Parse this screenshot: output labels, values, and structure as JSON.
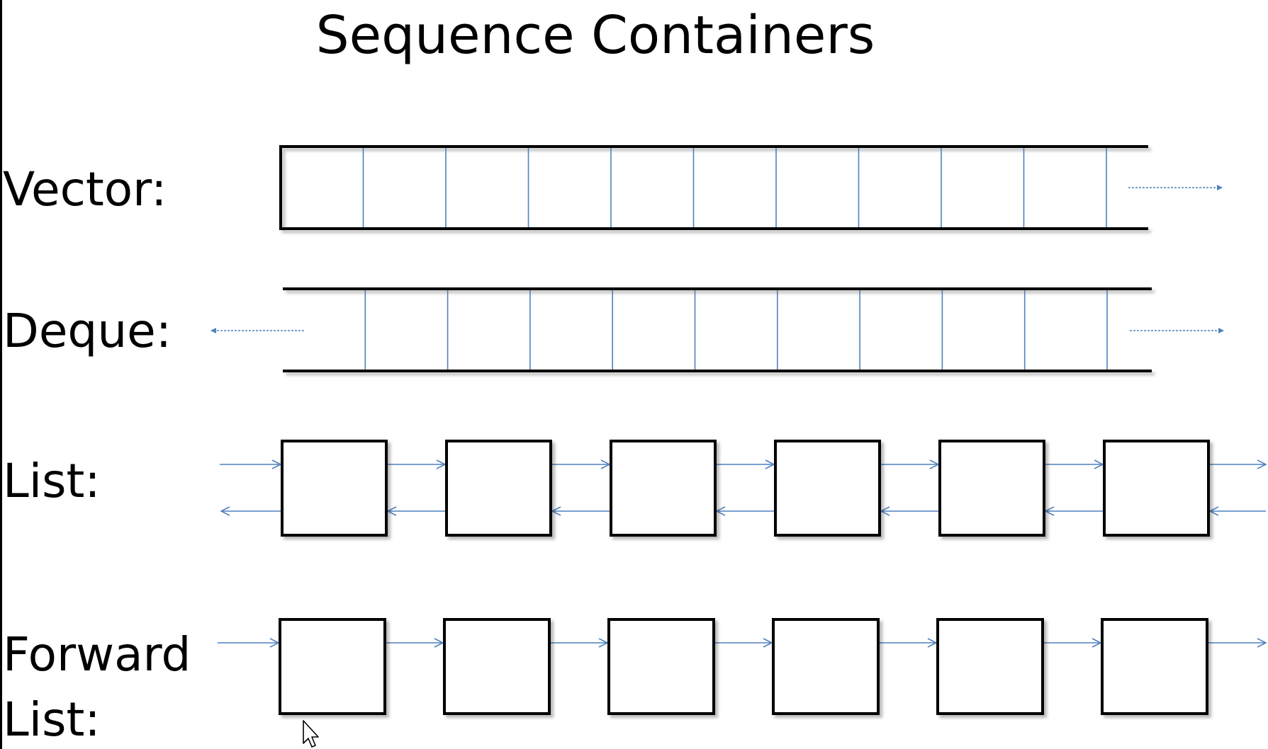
{
  "title": "Sequence Containers",
  "rows": {
    "vector": {
      "label": "Vector:",
      "cells": 11,
      "grows": [
        "right"
      ]
    },
    "deque": {
      "label": "Deque:",
      "cells": 11,
      "grows": [
        "left",
        "right"
      ]
    },
    "list": {
      "label": "List:",
      "nodes": 6,
      "links": "bidirectional"
    },
    "forward_list": {
      "label_line1": "Forward",
      "label_line2": "List:",
      "nodes": 6,
      "links": "forward"
    }
  },
  "colors": {
    "outline": "#000000",
    "divider": "#4f81bd",
    "arrow": "#4f81bd",
    "shadow": "#bfbfbf"
  }
}
